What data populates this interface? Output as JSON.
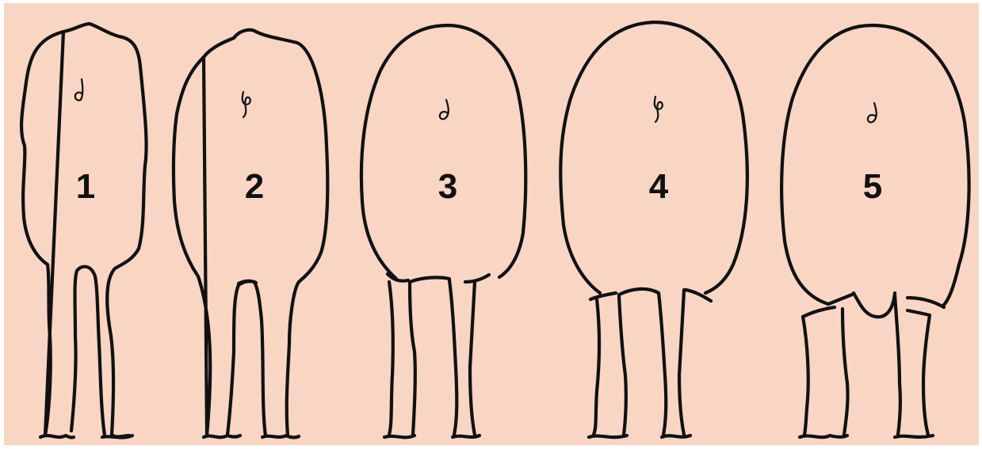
{
  "background_color": "#f9d5c4",
  "line_color": "#111111",
  "tail_icon": "tail-curl-icon",
  "figures": [
    {
      "score": "1"
    },
    {
      "score": "2"
    },
    {
      "score": "3"
    },
    {
      "score": "4"
    },
    {
      "score": "5"
    }
  ]
}
